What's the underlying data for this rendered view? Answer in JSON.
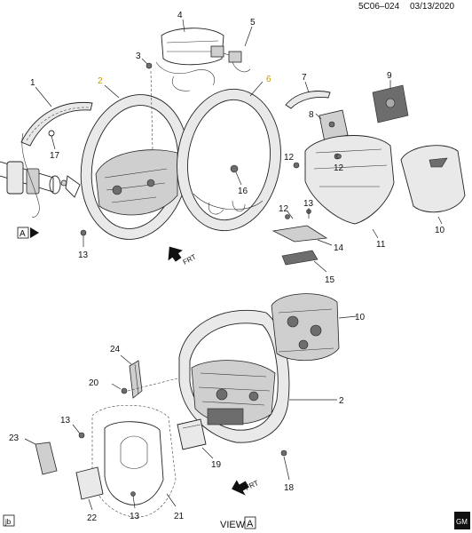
{
  "header": {
    "code": "5C06–024",
    "date": "03/13/2020"
  },
  "callouts": {
    "c1": "1",
    "c2_top": "2",
    "c2_bottom": "2",
    "c3": "3",
    "c4": "4",
    "c5": "5",
    "c6": "6",
    "c7": "7",
    "c8": "8",
    "c9": "9",
    "c10_top": "10",
    "c10_bottom": "10",
    "c11": "11",
    "c12_a": "12",
    "c12_b": "12",
    "c12_c": "12",
    "c13_a": "13",
    "c13_b": "13",
    "c13_c": "13",
    "c13_d": "13",
    "c14": "14",
    "c15": "15",
    "c16": "16",
    "c17": "17",
    "c18": "18",
    "c19": "19",
    "c20": "20",
    "c21": "21",
    "c22": "22",
    "c23": "23",
    "c24": "24"
  },
  "arrows": {
    "frt_top": "FRT",
    "frt_bottom": "FRT",
    "view_marker": "A"
  },
  "footer": {
    "view_label": "VIEW",
    "view_letter": "A",
    "corner_left": "jb",
    "corner_right": "GM"
  },
  "colors": {
    "highlight": "#c79a00",
    "ink": "#111111"
  }
}
